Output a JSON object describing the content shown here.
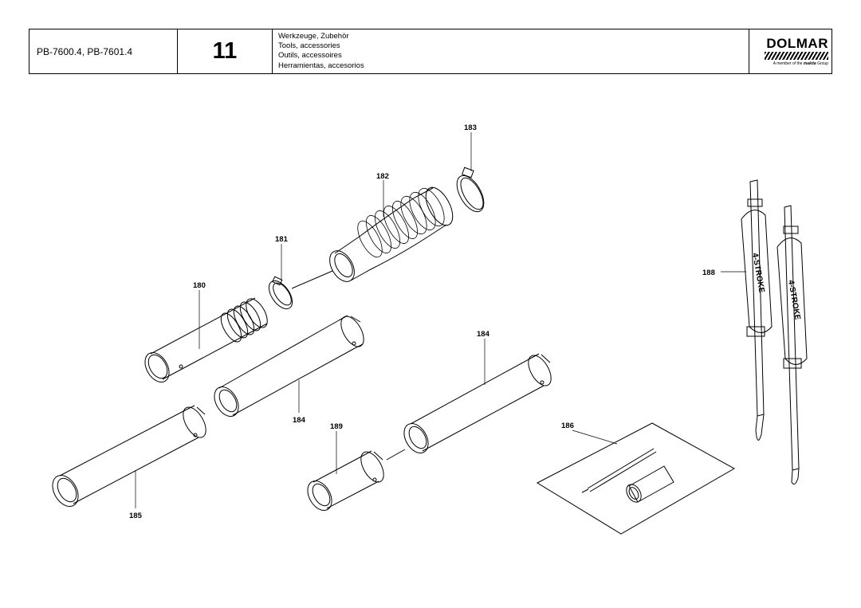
{
  "header": {
    "models": "PB-7600.4, PB-7601.4",
    "page_number": "11",
    "titles": [
      "Werkzeuge, Zubehör",
      "Tools, accessories",
      "Outils, accessoires",
      "Herramientas, accesorios"
    ],
    "brand": "DOLMAR",
    "tagline_pre": "A member of the ",
    "tagline_brand": "makita",
    "tagline_post": " Group"
  },
  "strap_text": "4-STROKE",
  "parts": {
    "p180": "180",
    "p181": "181",
    "p182": "182",
    "p183": "183",
    "p184a": "184",
    "p184b": "184",
    "p185": "185",
    "p186": "186",
    "p188": "188",
    "p189": "189"
  }
}
